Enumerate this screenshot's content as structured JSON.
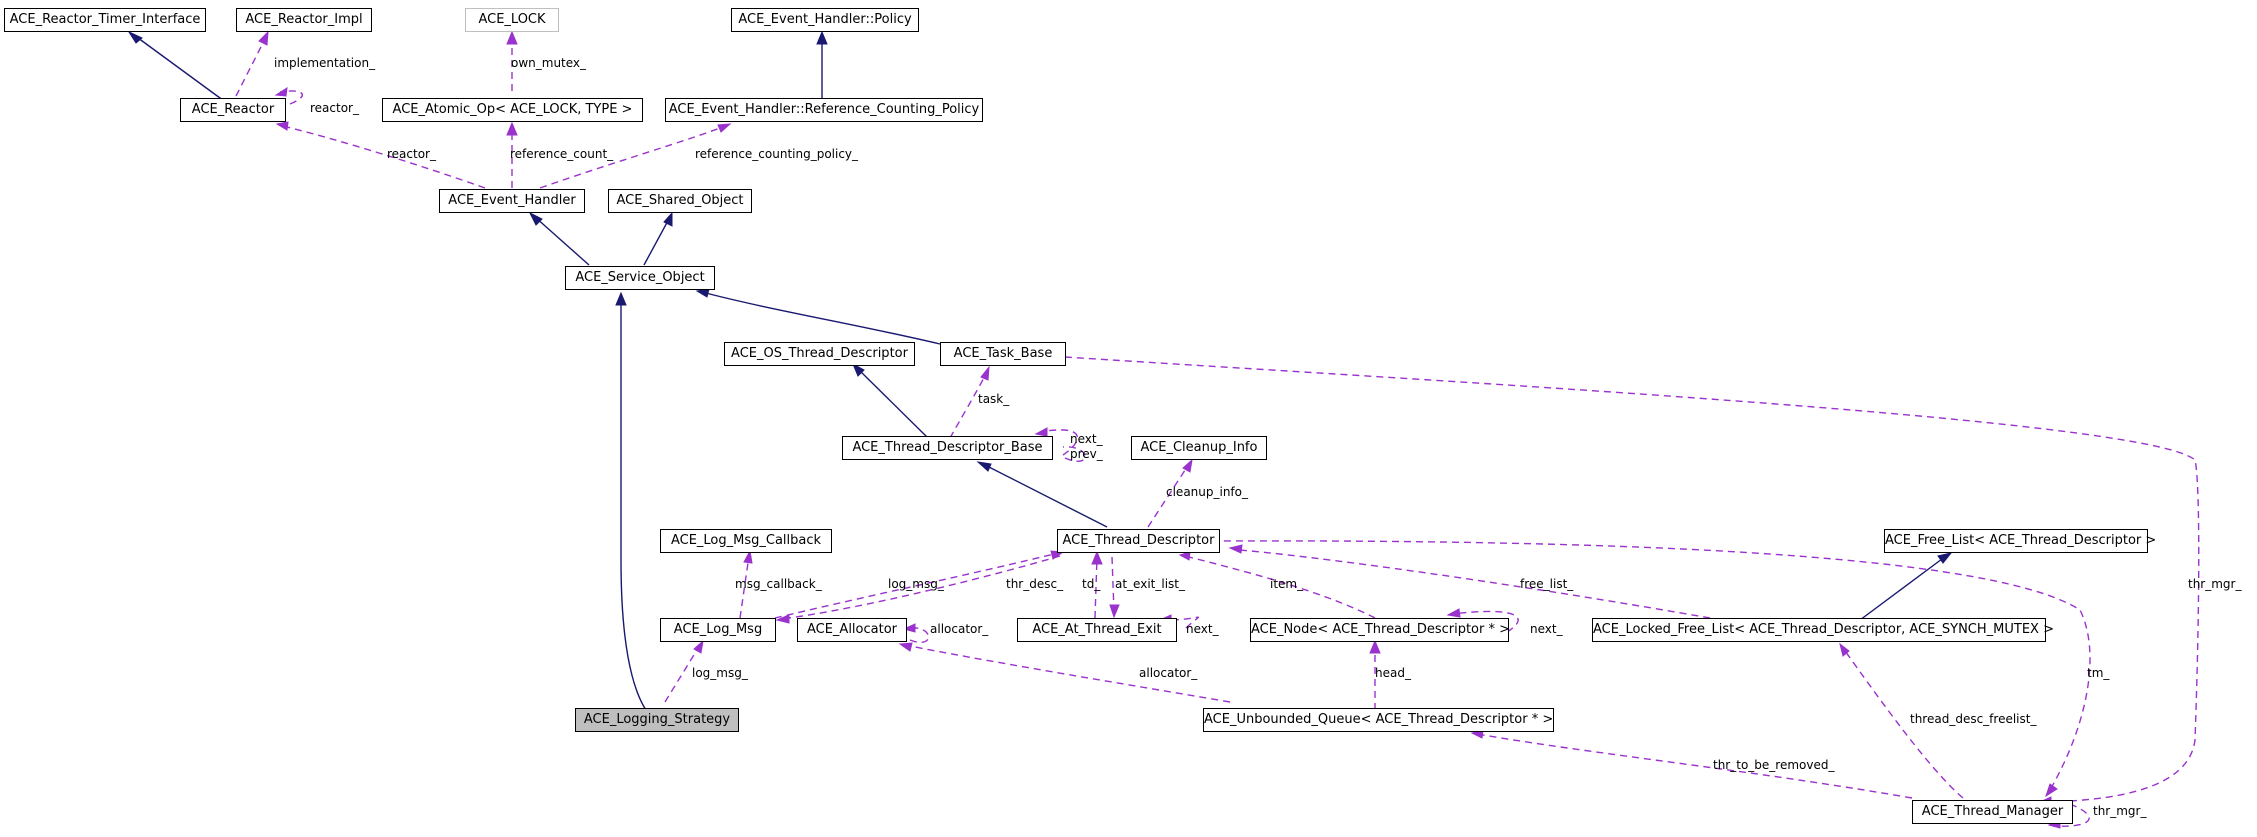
{
  "nodes": {
    "reactor_timer_interface": "ACE_Reactor_Timer_Interface",
    "reactor_impl": "ACE_Reactor_Impl",
    "ace_lock": "ACE_LOCK",
    "event_handler_policy": "ACE_Event_Handler::Policy",
    "reactor": "ACE_Reactor",
    "atomic_op": "ACE_Atomic_Op< ACE_LOCK, TYPE >",
    "ref_counting_policy": "ACE_Event_Handler::Reference_Counting_Policy",
    "event_handler": "ACE_Event_Handler",
    "shared_object": "ACE_Shared_Object",
    "service_object": "ACE_Service_Object",
    "os_thread_descriptor": "ACE_OS_Thread_Descriptor",
    "task_base": "ACE_Task_Base",
    "thread_descriptor_base": "ACE_Thread_Descriptor_Base",
    "cleanup_info": "ACE_Cleanup_Info",
    "log_msg_callback": "ACE_Log_Msg_Callback",
    "thread_descriptor": "ACE_Thread_Descriptor",
    "free_list": "ACE_Free_List< ACE_Thread_Descriptor >",
    "log_msg": "ACE_Log_Msg",
    "allocator": "ACE_Allocator",
    "at_thread_exit": "ACE_At_Thread_Exit",
    "node": "ACE_Node< ACE_Thread_Descriptor * >",
    "locked_free_list": "ACE_Locked_Free_List< ACE_Thread_Descriptor, ACE_SYNCH_MUTEX >",
    "logging_strategy": "ACE_Logging_Strategy",
    "unbounded_queue": "ACE_Unbounded_Queue< ACE_Thread_Descriptor * >",
    "thread_manager": "ACE_Thread_Manager"
  },
  "edge_labels": {
    "implementation": "implementation_",
    "reactor_self": "reactor_",
    "own_mutex": "own_mutex_",
    "reactor": "reactor_",
    "reference_count": "reference_count_",
    "reference_counting_policy": "reference_counting_policy_",
    "task": "task_",
    "next_prev": "next_\nprev_",
    "cleanup_info": "cleanup_info_",
    "msg_callback": "msg_callback_",
    "log_msg": "log_msg_",
    "thr_desc": "thr_desc_",
    "td": "td_",
    "at_exit_list": "at_exit_list_",
    "item": "item_",
    "free_list": "free_list_",
    "thr_mgr_right": "thr_mgr_",
    "allocator_self": "allocator_",
    "next_at_exit": "next_",
    "next_node": "next_",
    "tm": "tm_",
    "log_msg_ls": "log_msg_",
    "allocator": "allocator_",
    "head": "head_",
    "thread_desc_freelist": "thread_desc_freelist_",
    "thr_to_be_removed": "thr_to_be_removed_",
    "thr_mgr_self": "thr_mgr_"
  },
  "colors": {
    "inheritance_edge": "#191970",
    "usage_edge": "#9a32cd",
    "focus_node_fill": "#bfbfbf"
  }
}
